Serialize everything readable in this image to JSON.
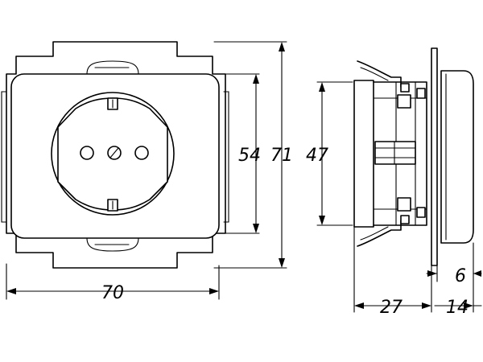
{
  "drawing": {
    "subject": "schuko-socket-outlet",
    "line_color": "#000000",
    "background": "#ffffff"
  },
  "dimensions": {
    "inner_height": "54",
    "outer_height": "71",
    "width": "70",
    "depth_height": "47",
    "depth_width": "27",
    "plate_depth_small": "6",
    "plate_depth_total": "14"
  }
}
